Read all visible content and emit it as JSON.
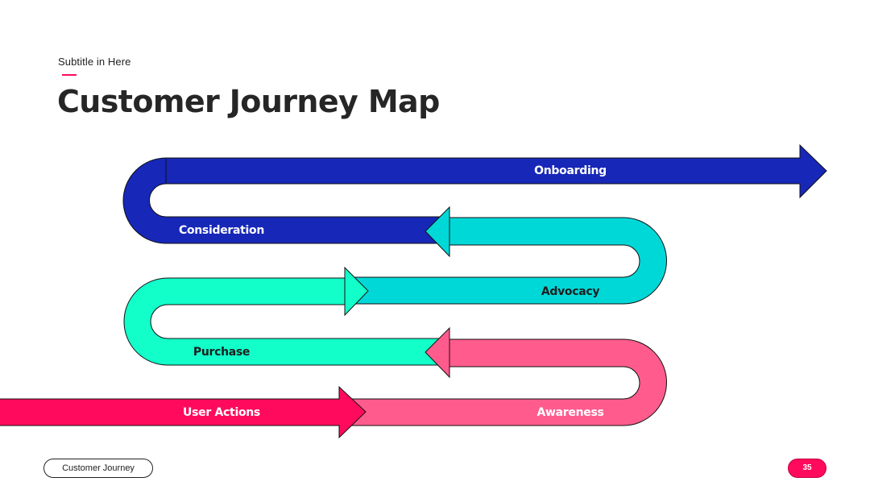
{
  "slide": {
    "subtitle": "Subtitle in Here",
    "title": "Customer Journey Map",
    "footer_label": "Customer Journey",
    "page_number": "35"
  },
  "journey": {
    "stages": [
      {
        "id": "user-actions",
        "label": "User Actions",
        "color": "#ff0a5c"
      },
      {
        "id": "awareness",
        "label": "Awareness",
        "color": "#ff5c8d"
      },
      {
        "id": "purchase",
        "label": "Purchase",
        "color": "#12ffca"
      },
      {
        "id": "advocacy",
        "label": "Advocacy",
        "color": "#00d8d8"
      },
      {
        "id": "consideration",
        "label": "Consideration",
        "color": "#1727b8"
      },
      {
        "id": "onboarding",
        "label": "Onboarding",
        "color": "#1727b8"
      }
    ]
  },
  "colors": {
    "accent": "#ff0a5c",
    "title_text": "#262626"
  }
}
